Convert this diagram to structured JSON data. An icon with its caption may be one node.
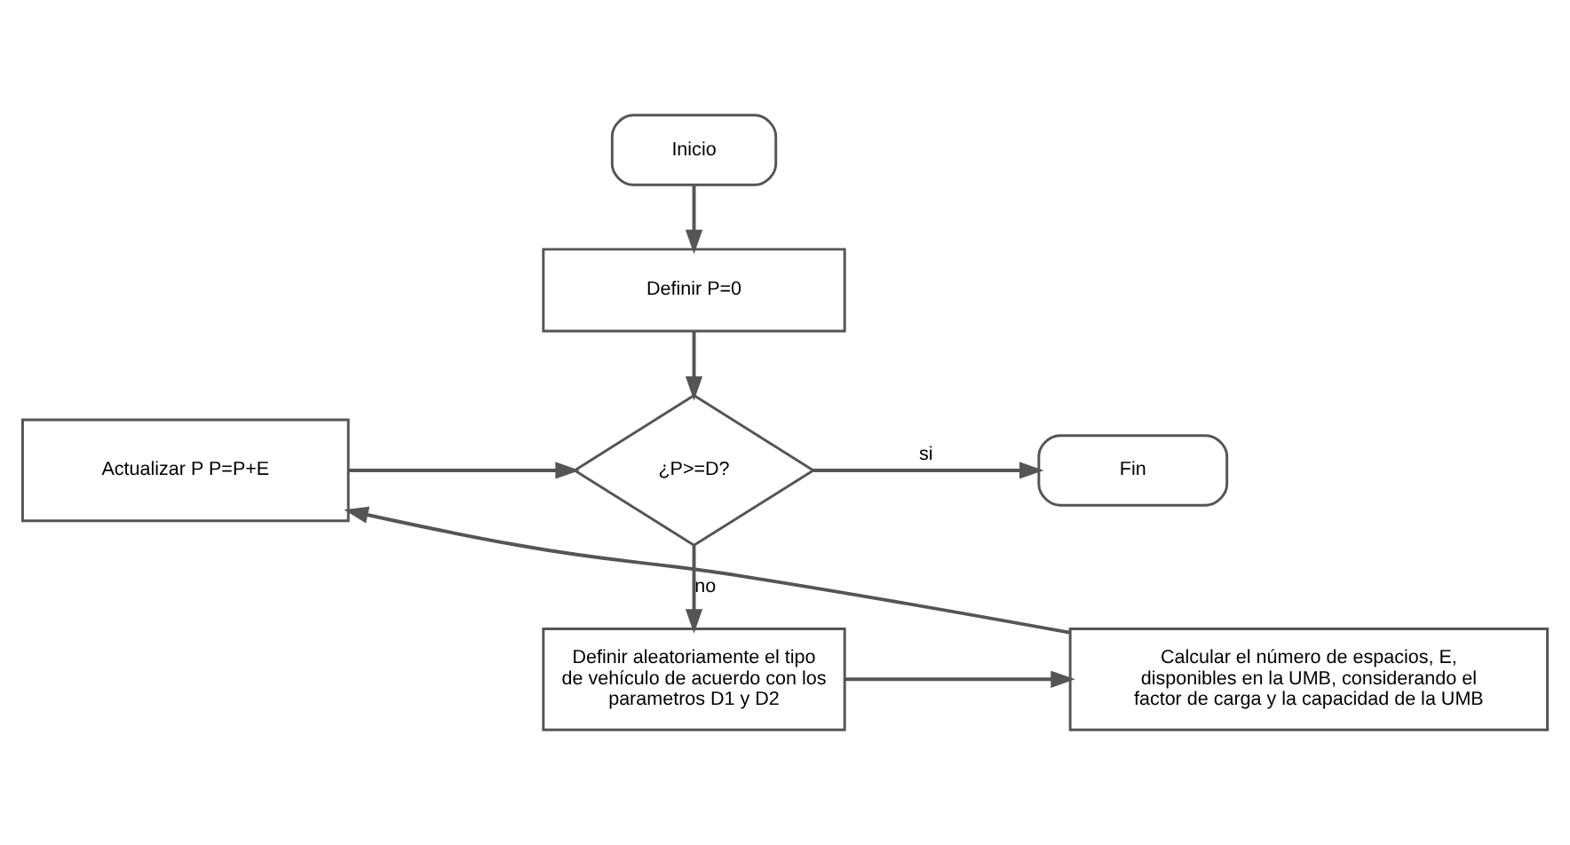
{
  "diagram": {
    "nodes": [
      {
        "text": [
          "Inicio"
        ]
      },
      {
        "text": [
          "Definir P=0"
        ]
      },
      {
        "text": [
          "¿P>=D?"
        ]
      },
      {
        "text": [
          "Fin"
        ]
      },
      {
        "text": [
          "Definir aleatoriamente el tipo de vehículo de acuerdo con los parametros D1 y D2"
        ]
      },
      {
        "text": [
          "Calcular el número de espacios, E, disponibles en la UMB, considerando el factor de carga y la capacidad de la UMB"
        ]
      },
      {
        "text": [
          "Actualizar P P=P+E"
        ]
      }
    ],
    "edges": [
      {
        "from": 0,
        "to": 1,
        "arrow": "to"
      },
      {
        "from": 1,
        "to": 2,
        "arrow": "to"
      },
      {
        "from": 2,
        "to": 3,
        "arrow": "to",
        "label": "si"
      },
      {
        "from": 2,
        "to": 4,
        "arrow": "to",
        "label": "no"
      },
      {
        "from": 4,
        "to": 5,
        "arrow": "to"
      },
      {
        "from": 5,
        "to": 6,
        "arrow": "to"
      },
      {
        "from": 6,
        "to": 2,
        "arrow": "to"
      }
    ]
  }
}
